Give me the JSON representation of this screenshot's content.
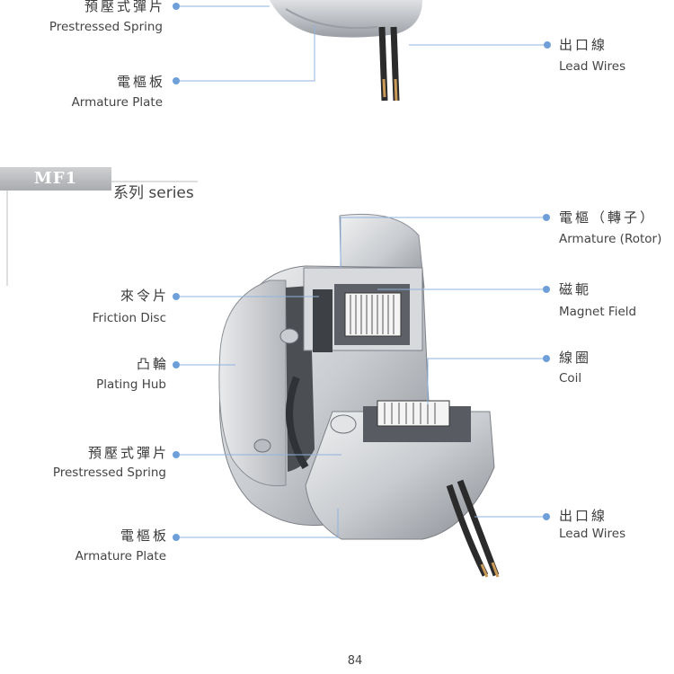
{
  "top": {
    "spring_zh": "預壓式彈片",
    "spring_en": "Prestressed Spring",
    "armature_zh": "電樞板",
    "armature_en": "Armature Plate",
    "lead_zh": "出口線",
    "lead_en": "Lead Wires"
  },
  "series": {
    "code": "MF1",
    "label": "系列 series"
  },
  "labels": {
    "friction_zh": "來令片",
    "friction_en": "Friction Disc",
    "hub_zh": "凸輪",
    "hub_en": "Plating Hub",
    "spring_zh": "預壓式彈片",
    "spring_en": "Prestressed Spring",
    "armature_zh": "電樞板",
    "armature_en": "Armature Plate",
    "rotor_zh": "電樞（轉子）",
    "rotor_en": "Armature (Rotor)",
    "field_zh": "磁軛",
    "field_en": "Magnet Field",
    "coil_zh": "線圈",
    "coil_en": "Coil",
    "lead_zh": "出口線",
    "lead_en": "Lead Wires"
  },
  "page_number": "84",
  "colors": {
    "leader_line": "#8fb3df",
    "leader_dot": "#6f9fd8",
    "metal_light": "#e6e7e9",
    "metal_mid": "#b9bcc1",
    "metal_dark": "#7d8187"
  }
}
